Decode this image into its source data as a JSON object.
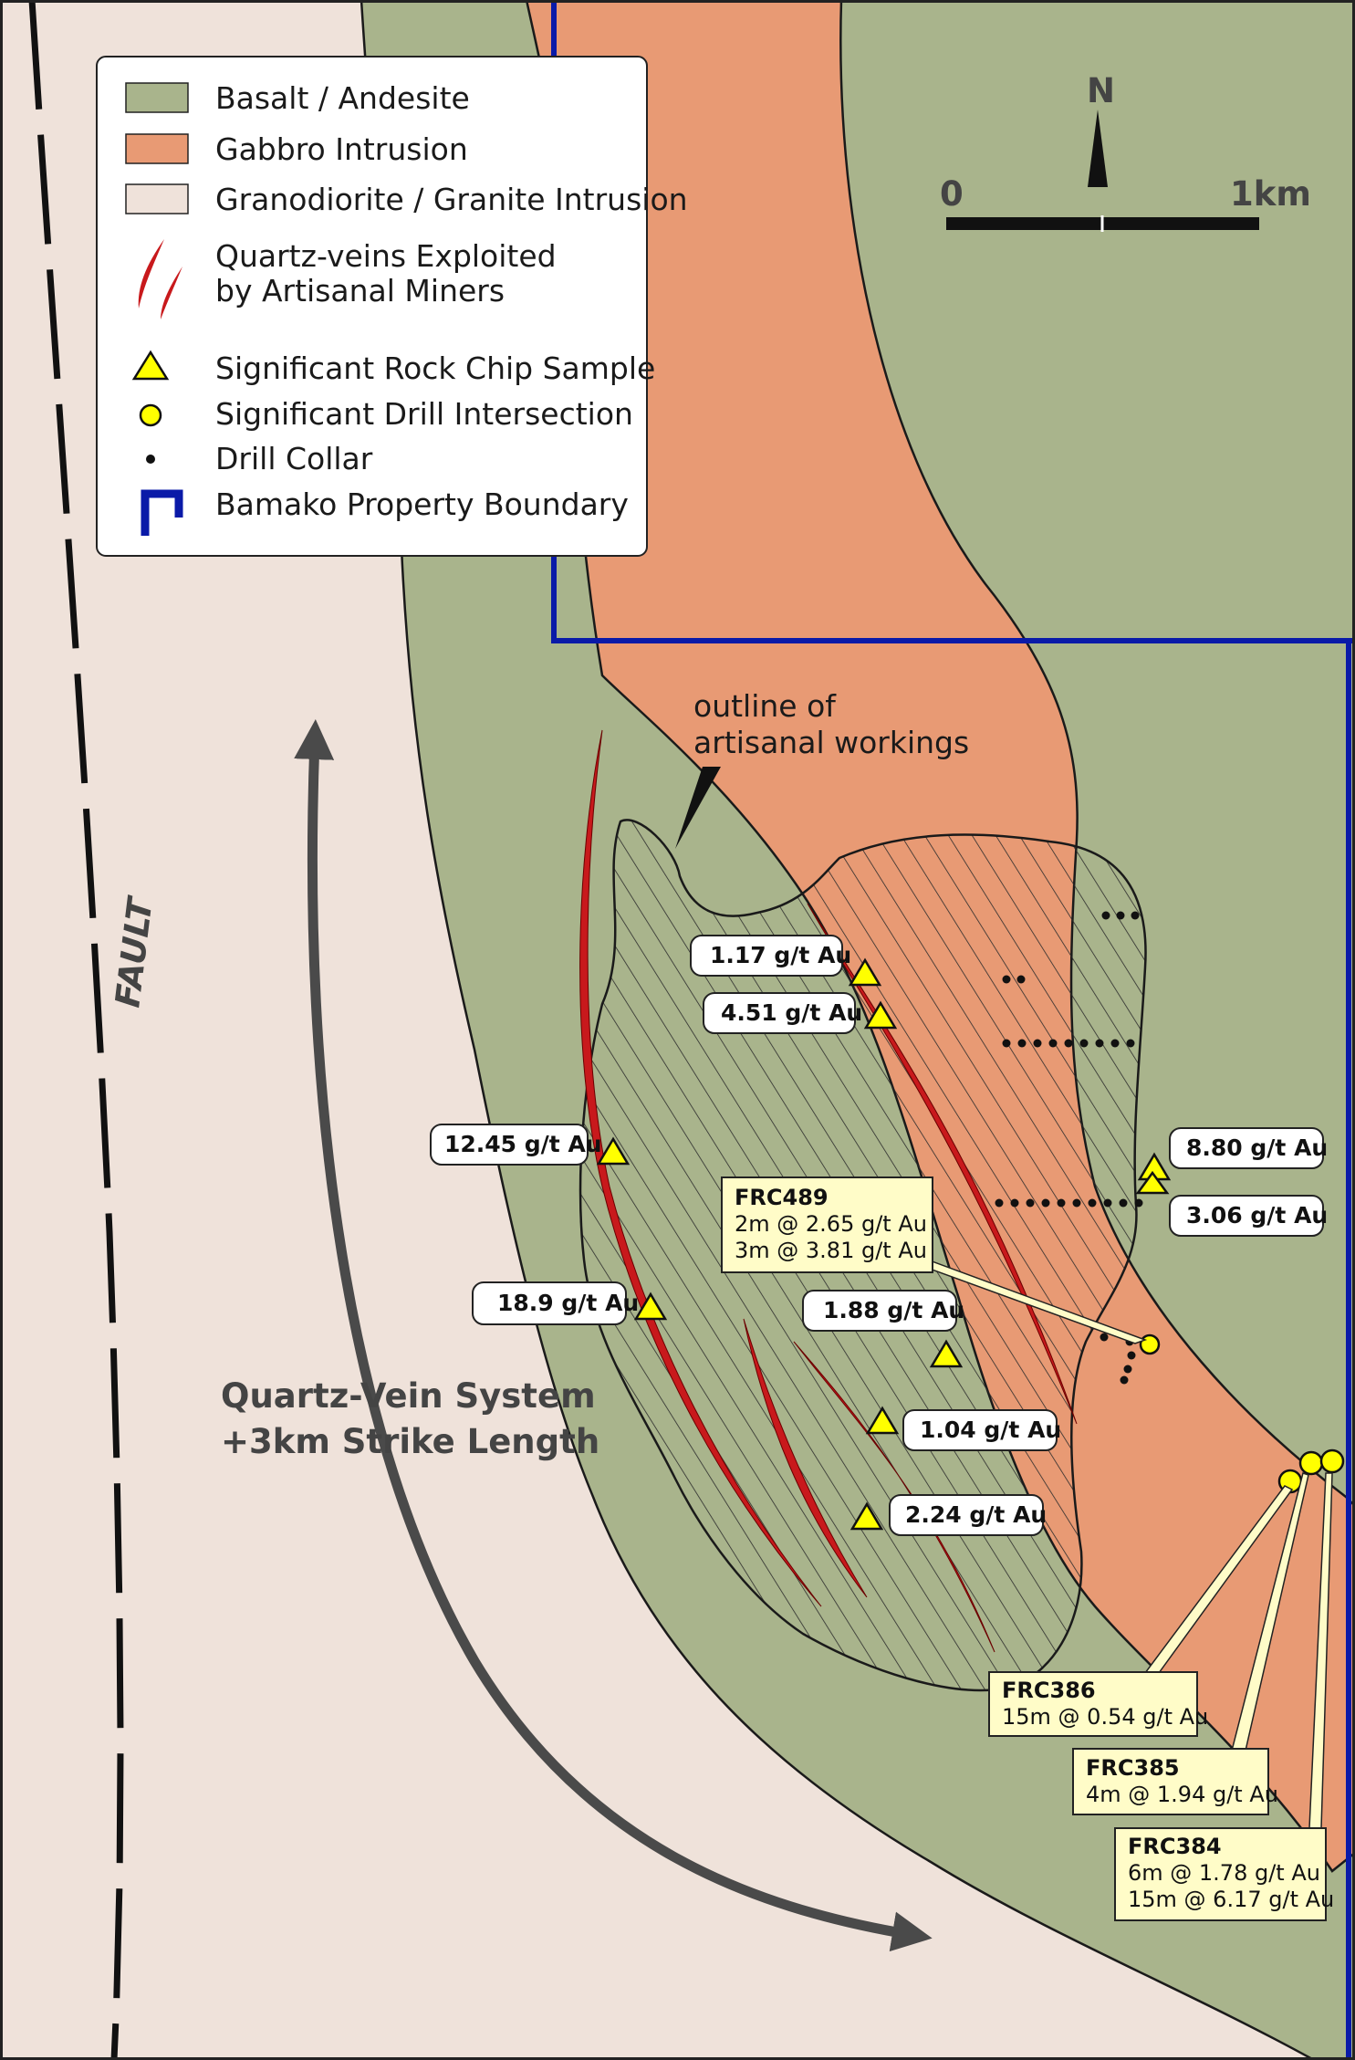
{
  "legend": {
    "items": [
      {
        "label": "Basalt / Andesite",
        "symbol": "basalt-swatch",
        "color": "#a9b48c"
      },
      {
        "label": "Gabbro Intrusion",
        "symbol": "gabbro-swatch",
        "color": "#e89a74"
      },
      {
        "label": "Granodiorite / Granite Intrusion",
        "symbol": "granite-swatch",
        "color": "#efe2da"
      },
      {
        "label_line1": "Quartz-veins Exploited",
        "label_line2": "by Artisanal Miners",
        "symbol": "quartz-vein-icon",
        "color": "#c8191c"
      },
      {
        "label": "Significant Rock Chip Sample",
        "symbol": "triangle-icon",
        "color": "#ffff00"
      },
      {
        "label": "Significant Drill Intersection",
        "symbol": "circle-icon",
        "color": "#ffff00"
      },
      {
        "label": "Drill Collar",
        "symbol": "dot-icon",
        "color": "#000000"
      },
      {
        "label": "Bamako  Property Boundary",
        "symbol": "boundary-icon",
        "color": "#0a1aa8"
      }
    ]
  },
  "north_arrow": {
    "label": "N"
  },
  "scale_bar": {
    "start": "0",
    "end": "1km"
  },
  "fault_label": "FAULT",
  "workings_label": {
    "line1": "outline of",
    "line2": "artisanal workings"
  },
  "strike_label": {
    "line1": "Quartz-Vein System",
    "line2": "+3km Strike Length"
  },
  "rock_chips": [
    {
      "label": "1.17 g/t Au"
    },
    {
      "label": "4.51 g/t Au"
    },
    {
      "label": "12.45 g/t Au"
    },
    {
      "label": "18.9 g/t Au"
    },
    {
      "label": "8.80 g/t Au"
    },
    {
      "label": "3.06 g/t Au"
    },
    {
      "label": "1.88 g/t Au"
    },
    {
      "label": "1.04 g/t Au"
    },
    {
      "label": "2.24 g/t Au"
    }
  ],
  "drill_holes": [
    {
      "name": "FRC489",
      "lines": [
        "2m @ 2.65 g/t Au",
        "3m @ 3.81 g/t Au"
      ]
    },
    {
      "name": "FRC386",
      "lines": [
        "15m @ 0.54 g/t Au"
      ]
    },
    {
      "name": "FRC385",
      "lines": [
        "4m @ 1.94 g/t Au"
      ]
    },
    {
      "name": "FRC384",
      "lines": [
        "6m @ 1.78 g/t Au",
        "15m @ 6.17 g/t Au"
      ]
    }
  ],
  "colors": {
    "basalt": "#a9b48c",
    "gabbro": "#e89a74",
    "granite": "#efe2da",
    "vein": "#c8191c",
    "boundary": "#0a1aa8",
    "callout_fill": "#fffcc8",
    "arrow": "#4a4a4a"
  }
}
